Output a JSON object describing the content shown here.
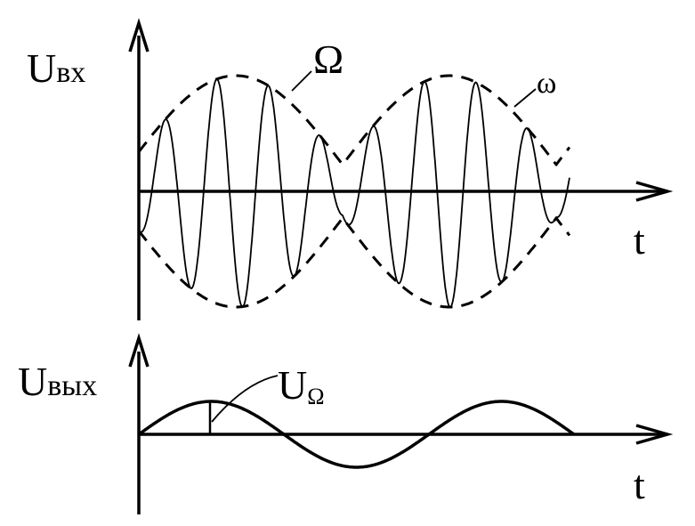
{
  "top": {
    "axis_label_main": "U",
    "axis_label_sub": "вх",
    "envelope_label": "Ω",
    "carrier_label": "ω",
    "time_label": "t"
  },
  "bottom": {
    "axis_label_main": "U",
    "axis_label_sub": "вых",
    "signal_label_main": "U",
    "signal_label_sub": "Ω",
    "time_label": "t"
  }
}
